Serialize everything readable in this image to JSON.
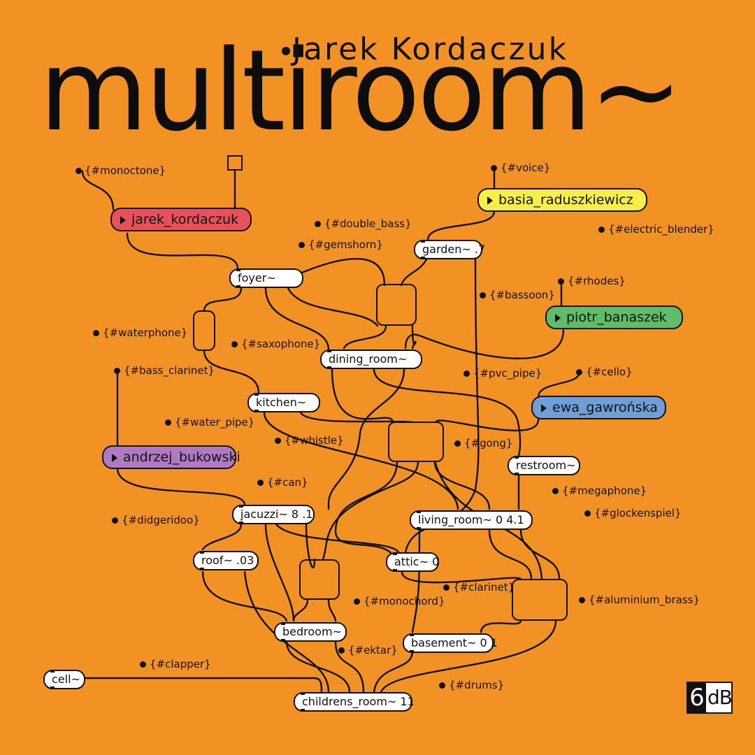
{
  "album": {
    "title": "multiroom~",
    "artist": "Jarek Kordaczuk"
  },
  "players": [
    {
      "id": "jarek",
      "label": "jarek_kordaczuk",
      "color": "#e8505b"
    },
    {
      "id": "basia",
      "label": "basia_raduszkiewicz",
      "color": "#f6ef4a"
    },
    {
      "id": "piotr",
      "label": "piotr_banaszek",
      "color": "#5fbd68"
    },
    {
      "id": "ewa",
      "label": "ewa_gawrońska",
      "color": "#6f9fd6"
    },
    {
      "id": "andrzej",
      "label": "andrzej_bukowski",
      "color": "#b07ac2"
    }
  ],
  "rooms": [
    {
      "id": "garden",
      "label": "garden~ .7"
    },
    {
      "id": "foyer",
      "label": "foyer~"
    },
    {
      "id": "dining",
      "label": "dining_room~"
    },
    {
      "id": "kitchen",
      "label": "kitchen~"
    },
    {
      "id": "restroom",
      "label": "restroom~"
    },
    {
      "id": "jacuzzi",
      "label": "jacuzzi~ 8 .1"
    },
    {
      "id": "living",
      "label": "living_room~ 0 4.1"
    },
    {
      "id": "roof",
      "label": "roof~ .03"
    },
    {
      "id": "attic",
      "label": "attic~ 0"
    },
    {
      "id": "bedroom",
      "label": "bedroom~"
    },
    {
      "id": "basement",
      "label": "basement~ 0 1"
    },
    {
      "id": "cell",
      "label": "cell~"
    },
    {
      "id": "childrens",
      "label": "childrens_room~ 11"
    }
  ],
  "instruments": [
    {
      "id": "monoctone",
      "label": "{#monoctone}"
    },
    {
      "id": "voice",
      "label": "{#voice}"
    },
    {
      "id": "double_bass",
      "label": "{#double_bass}"
    },
    {
      "id": "electric_blender",
      "label": "{#electric_blender}"
    },
    {
      "id": "gemshorn",
      "label": "{#gemshorn}"
    },
    {
      "id": "bassoon",
      "label": "{#bassoon}"
    },
    {
      "id": "rhodes",
      "label": "{#rhodes}"
    },
    {
      "id": "waterphone",
      "label": "{#waterphone}"
    },
    {
      "id": "saxophone",
      "label": "{#saxophone}"
    },
    {
      "id": "bass_clarinet",
      "label": "{#bass_clarinet}"
    },
    {
      "id": "pvc_pipe",
      "label": "{#pvc_pipe}"
    },
    {
      "id": "cello",
      "label": "{#cello}"
    },
    {
      "id": "water_pipe",
      "label": "{#water_pipe}"
    },
    {
      "id": "whistle",
      "label": "{#whistle}"
    },
    {
      "id": "gong",
      "label": "{#gong}"
    },
    {
      "id": "can",
      "label": "{#can}"
    },
    {
      "id": "megaphone",
      "label": "{#megaphone}"
    },
    {
      "id": "didgeridoo",
      "label": "{#didgeridoo}"
    },
    {
      "id": "glockenspiel",
      "label": "{#glockenspiel}"
    },
    {
      "id": "clarinet",
      "label": "{#clarinet}"
    },
    {
      "id": "monochord",
      "label": "{#monochord}"
    },
    {
      "id": "aluminium_brass",
      "label": "{#aluminium_brass}"
    },
    {
      "id": "ektar",
      "label": "{#ektar}"
    },
    {
      "id": "clapper",
      "label": "{#clapper}"
    },
    {
      "id": "drums",
      "label": "{#drums}"
    }
  ],
  "label": {
    "six": "6",
    "db": "dB"
  },
  "colors": {
    "background": "#f39224",
    "ink": "#111111",
    "box": "#ffffff"
  }
}
